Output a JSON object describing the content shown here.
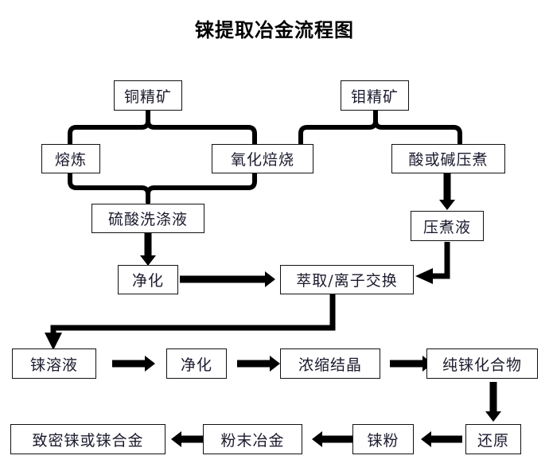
{
  "title": "铼提取冶金流程图",
  "nodes": {
    "copper_concentrate": "铜精矿",
    "moly_concentrate": "钼精矿",
    "smelting": "熔炼",
    "oxidative_roasting": "氧化焙烧",
    "acid_alkali_pressure_leach": "酸或碱压煮",
    "sulfuric_wash_liquor": "硫酸洗涤液",
    "pressure_leach_liquor": "压煮液",
    "purification_1": "净化",
    "extraction_ion_exchange": "萃取/离子交换",
    "rhenium_solution": "铼溶液",
    "purification_2": "净化",
    "concentration_crystallization": "浓缩结晶",
    "pure_rhenium_compound": "纯铼化合物",
    "reduction": "还原",
    "rhenium_powder": "铼粉",
    "powder_metallurgy": "粉末冶金",
    "dense_rhenium_or_alloy": "致密铼或铼合金"
  },
  "colors": {
    "line": "#000000",
    "box_border": "#111111",
    "text": "#1a1a2e",
    "background": "#ffffff"
  },
  "flow": {
    "edges": [
      {
        "from": "铜精矿",
        "to": "熔炼",
        "style": "brace"
      },
      {
        "from": "铜精矿",
        "to": "氧化焙烧",
        "style": "brace"
      },
      {
        "from": "钼精矿",
        "to": "氧化焙烧",
        "style": "brace"
      },
      {
        "from": "钼精矿",
        "to": "酸或碱压煮",
        "style": "brace"
      },
      {
        "from": "熔炼",
        "to": "硫酸洗涤液",
        "style": "brace"
      },
      {
        "from": "氧化焙烧",
        "to": "硫酸洗涤液",
        "style": "brace"
      },
      {
        "from": "酸或碱压煮",
        "to": "压煮液",
        "style": "arrow-down"
      },
      {
        "from": "硫酸洗涤液",
        "to": "净化",
        "style": "arrow-down"
      },
      {
        "from": "净化",
        "to": "萃取/离子交换",
        "style": "arrow-right"
      },
      {
        "from": "压煮液",
        "to": "萃取/离子交换",
        "style": "elbow-left-arrow"
      },
      {
        "from": "萃取/离子交换",
        "to": "铼溶液",
        "style": "elbow-down-arrow"
      },
      {
        "from": "铼溶液",
        "to": "净化",
        "style": "arrow-right"
      },
      {
        "from": "净化",
        "to": "浓缩结晶",
        "style": "arrow-right"
      },
      {
        "from": "浓缩结晶",
        "to": "纯铼化合物",
        "style": "arrow-right"
      },
      {
        "from": "纯铼化合物",
        "to": "还原",
        "style": "arrow-down"
      },
      {
        "from": "还原",
        "to": "铼粉",
        "style": "arrow-left"
      },
      {
        "from": "铼粉",
        "to": "粉末冶金",
        "style": "arrow-left"
      },
      {
        "from": "粉末冶金",
        "to": "致密铼或铼合金",
        "style": "arrow-left"
      }
    ]
  }
}
